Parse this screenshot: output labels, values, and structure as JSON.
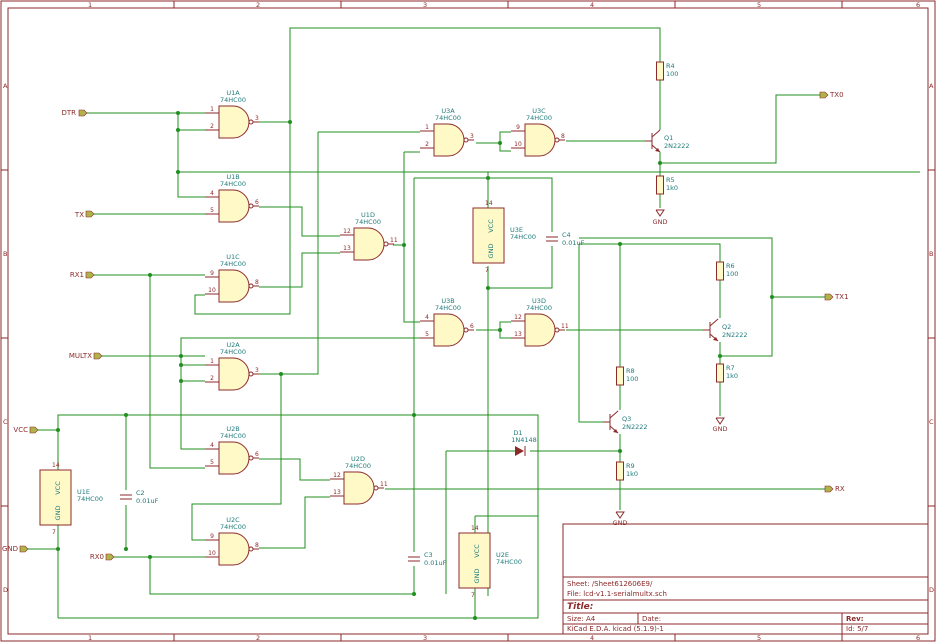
{
  "title_block": {
    "sheet": "Sheet: /Sheet612606E9/",
    "file": "File: lcd-v1.1-serialmultx.sch",
    "title": "Title:",
    "size": "Size: A4",
    "date": "Date:",
    "rev": "Rev:",
    "kicad": "KiCad E.D.A.  kicad (5.1.9)-1",
    "id": "Id: 5/7"
  },
  "grid": {
    "cols": [
      "1",
      "2",
      "3",
      "4",
      "5",
      "6"
    ],
    "rows": [
      "A",
      "B",
      "C",
      "D"
    ]
  },
  "ports": {
    "dtr": "DTR",
    "tx": "TX",
    "rx1": "RX1",
    "multx": "MULTX",
    "vcc": "VCC",
    "gnd": "GND",
    "rx0": "RX0",
    "tx0": "TX0",
    "tx1": "TX1",
    "rx": "RX"
  },
  "gates": [
    {
      "ref": "U1A",
      "val": "74HC00",
      "pins": [
        "1",
        "2",
        "3"
      ]
    },
    {
      "ref": "U1B",
      "val": "74HC00",
      "pins": [
        "4",
        "5",
        "6"
      ]
    },
    {
      "ref": "U1C",
      "val": "74HC00",
      "pins": [
        "9",
        "10",
        "8"
      ]
    },
    {
      "ref": "U2A",
      "val": "74HC00",
      "pins": [
        "1",
        "2",
        "3"
      ]
    },
    {
      "ref": "U2B",
      "val": "74HC00",
      "pins": [
        "4",
        "5",
        "6"
      ]
    },
    {
      "ref": "U2C",
      "val": "74HC00",
      "pins": [
        "9",
        "10",
        "8"
      ]
    },
    {
      "ref": "U1D",
      "val": "74HC00",
      "pins": [
        "12",
        "13",
        "11"
      ]
    },
    {
      "ref": "U2D",
      "val": "74HC00",
      "pins": [
        "12",
        "13",
        "11"
      ]
    },
    {
      "ref": "U3A",
      "val": "74HC00",
      "pins": [
        "1",
        "2",
        "3"
      ]
    },
    {
      "ref": "U3B",
      "val": "74HC00",
      "pins": [
        "4",
        "5",
        "6"
      ]
    },
    {
      "ref": "U3C",
      "val": "74HC00",
      "pins": [
        "9",
        "10",
        "8"
      ]
    },
    {
      "ref": "U3D",
      "val": "74HC00",
      "pins": [
        "12",
        "13",
        "11"
      ]
    }
  ],
  "power_units": [
    {
      "ref": "U1E",
      "val": "74HC00",
      "vcc": "VCC",
      "gnd": "GND",
      "pin_top": "14",
      "pin_bot": "7"
    },
    {
      "ref": "U2E",
      "val": "74HC00",
      "vcc": "VCC",
      "gnd": "GND",
      "pin_top": "14",
      "pin_bot": "7"
    },
    {
      "ref": "U3E",
      "val": "74HC00",
      "vcc": "VCC",
      "gnd": "GND",
      "pin_top": "14",
      "pin_bot": "7"
    }
  ],
  "caps": [
    {
      "ref": "C2",
      "val": "0.01uF"
    },
    {
      "ref": "C3",
      "val": "0.01uF"
    },
    {
      "ref": "C4",
      "val": "0.01uF"
    }
  ],
  "resistors": [
    {
      "ref": "R4",
      "val": "100"
    },
    {
      "ref": "R5",
      "val": "1k0"
    },
    {
      "ref": "R6",
      "val": "100"
    },
    {
      "ref": "R7",
      "val": "1k0"
    },
    {
      "ref": "R8",
      "val": "100"
    },
    {
      "ref": "R9",
      "val": "1k0"
    }
  ],
  "transistors": [
    {
      "ref": "Q1",
      "val": "2N2222"
    },
    {
      "ref": "Q2",
      "val": "2N2222"
    },
    {
      "ref": "Q3",
      "val": "2N2222"
    }
  ],
  "diode": {
    "ref": "D1",
    "val": "1N4148"
  },
  "gnd_symbols": [
    "GND",
    "GND",
    "GND"
  ]
}
